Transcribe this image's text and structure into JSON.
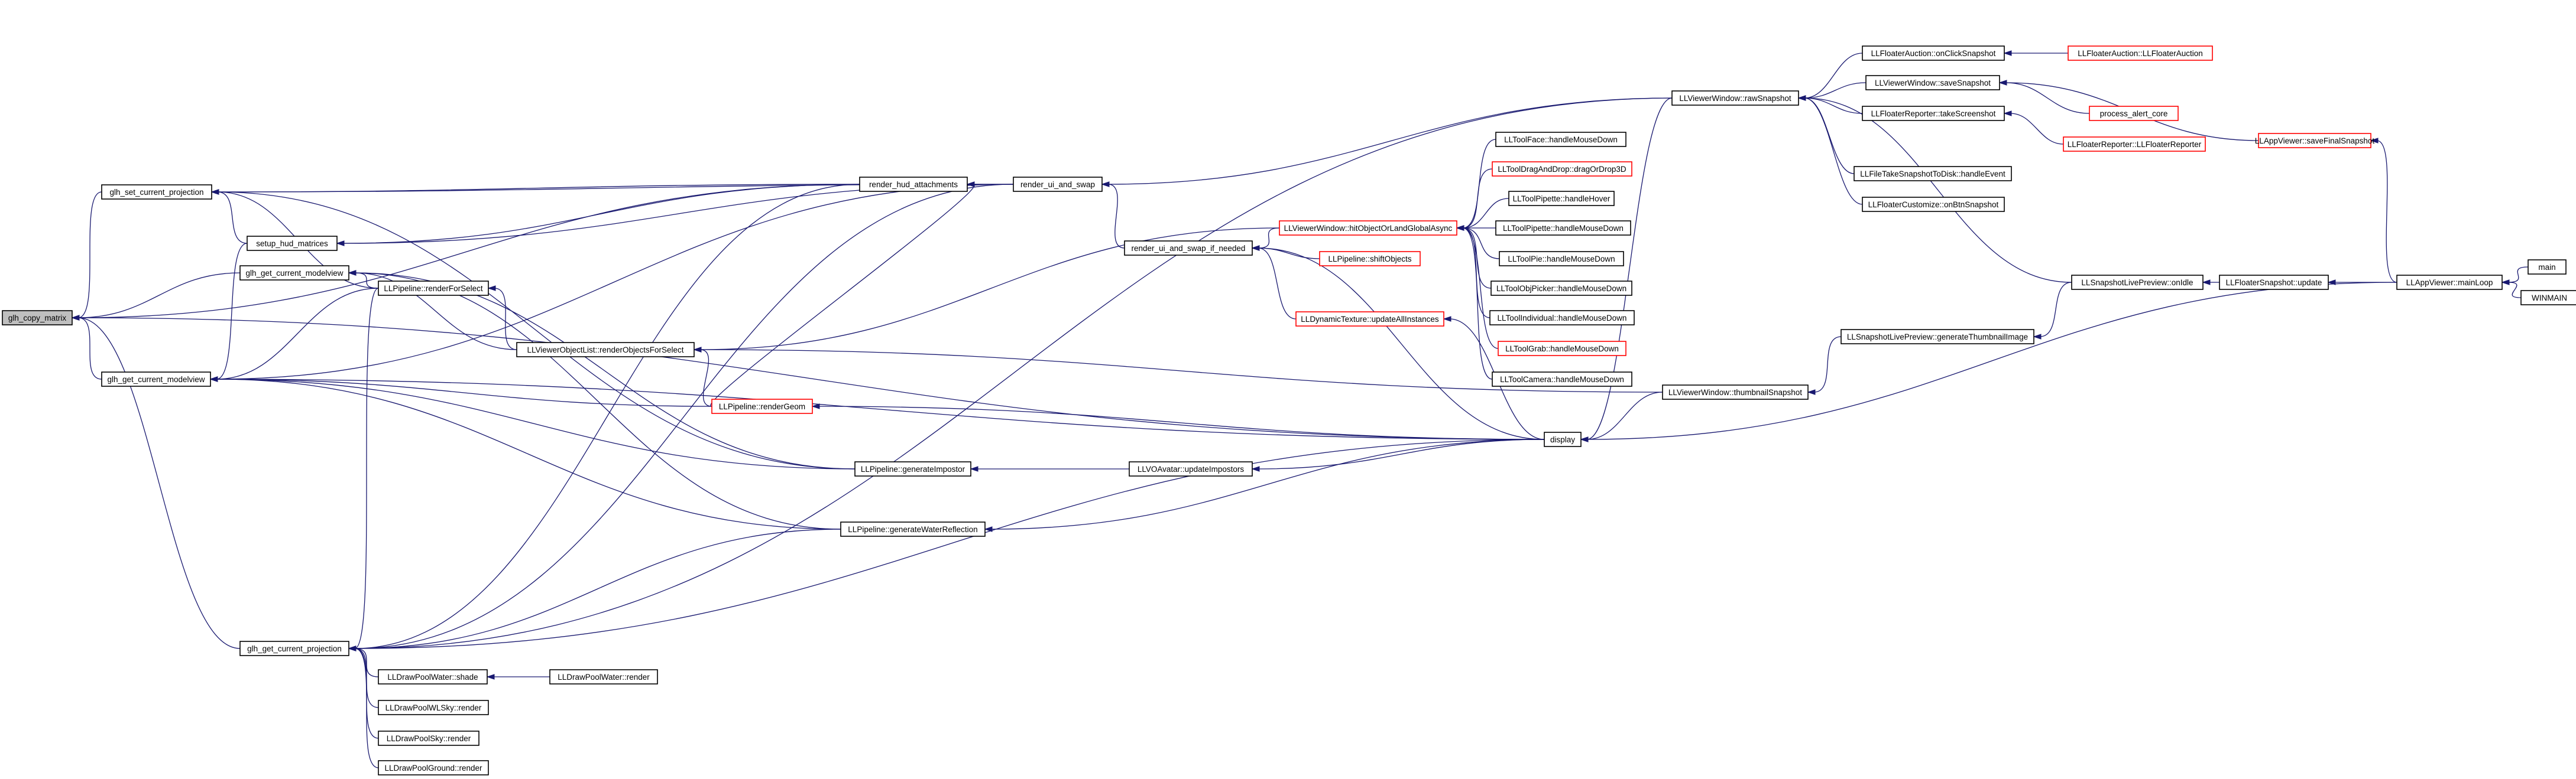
{
  "nodes": {
    "root": {
      "label": "glh_copy_matrix",
      "color": "root"
    },
    "gsp": {
      "label": "glh_set_current_projection",
      "color": "black"
    },
    "ggm": {
      "label": "glh_get_current_modelview",
      "color": "black"
    },
    "gcm": {
      "label": "glh_get_current_modelview",
      "color": "black"
    },
    "ggp": {
      "label": "glh_get_current_projection",
      "color": "black"
    },
    "shm": {
      "label": "setup_hud_matrices",
      "color": "black"
    },
    "rfs": {
      "label": "LLPipeline::renderForSelect",
      "color": "black"
    },
    "rha": {
      "label": "render_hud_attachments",
      "color": "black"
    },
    "rus": {
      "label": "render_ui_and_swap",
      "color": "black"
    },
    "vrs": {
      "label": "LLViewerObjectList::renderObjectsForSelect",
      "color": "black"
    },
    "prg": {
      "label": "LLPipeline::renderGeom",
      "color": "red"
    },
    "pgi": {
      "label": "LLPipeline::generateImpostor",
      "color": "black"
    },
    "pgw": {
      "label": "LLPipeline::generateWaterReflection",
      "color": "black"
    },
    "dws": {
      "label": "LLDrawPoolWater::shade",
      "color": "black"
    },
    "dwr": {
      "label": "LLDrawPoolWater::render",
      "color": "black"
    },
    "dwl": {
      "label": "LLDrawPoolWLSky::render",
      "color": "black"
    },
    "dsk": {
      "label": "LLDrawPoolSky::render",
      "color": "black"
    },
    "dgr": {
      "label": "LLDrawPoolGround::render",
      "color": "black"
    },
    "rusn": {
      "label": "render_ui_and_swap_if_needed",
      "color": "black"
    },
    "vau": {
      "label": "LLVOAvatar::updateImpostors",
      "color": "black"
    },
    "vwh": {
      "label": "LLViewerWindow::hitObjectOrLandGlobalAsync",
      "color": "red"
    },
    "pso": {
      "label": "LLPipeline::shiftObjects",
      "color": "red"
    },
    "dtu": {
      "label": "LLDynamicTexture::updateAllInstances",
      "color": "red"
    },
    "disp": {
      "label": "display",
      "color": "black"
    },
    "vrsn": {
      "label": "LLViewerWindow::rawSnapshot",
      "color": "black"
    },
    "vts": {
      "label": "LLViewerWindow::thumbnailSnapshot",
      "color": "black"
    },
    "tf": {
      "label": "LLToolFace::handleMouseDown",
      "color": "black"
    },
    "tdd": {
      "label": "LLToolDragAndDrop::dragOrDrop3D",
      "color": "red"
    },
    "tph": {
      "label": "LLToolPipette::handleHover",
      "color": "black"
    },
    "tpm": {
      "label": "LLToolPipette::handleMouseDown",
      "color": "black"
    },
    "tpie": {
      "label": "LLToolPie::handleMouseDown",
      "color": "black"
    },
    "top": {
      "label": "LLToolObjPicker::handleMouseDown",
      "color": "black"
    },
    "tin": {
      "label": "LLToolIndividual::handleMouseDown",
      "color": "black"
    },
    "tgr": {
      "label": "LLToolGrab::handleMouseDown",
      "color": "red"
    },
    "tca": {
      "label": "LLToolCamera::handleMouseDown",
      "color": "black"
    },
    "fao": {
      "label": "LLFloaterAuction::onClickSnapshot",
      "color": "black"
    },
    "fac": {
      "label": "LLFloaterAuction::LLFloaterAuction",
      "color": "red"
    },
    "vss": {
      "label": "LLViewerWindow::saveSnapshot",
      "color": "black"
    },
    "pac": {
      "label": "process_alert_core",
      "color": "red"
    },
    "frt": {
      "label": "LLFloaterReporter::takeScreenshot",
      "color": "black"
    },
    "frf": {
      "label": "LLFloaterReporter::LLFloaterReporter",
      "color": "red"
    },
    "fts": {
      "label": "LLFileTakeSnapshotToDisk::handleEvent",
      "color": "black"
    },
    "fco": {
      "label": "LLFloaterCustomize::onBtnSnapshot",
      "color": "black"
    },
    "asf": {
      "label": "LLAppViewer::saveFinalSnapshot",
      "color": "red"
    },
    "sli": {
      "label": "LLSnapshotLivePreview::onIdle",
      "color": "black"
    },
    "slg": {
      "label": "LLSnapshotLivePreview::generateThumbnailImage",
      "color": "black"
    },
    "fsu": {
      "label": "LLFloaterSnapshot::update",
      "color": "black"
    },
    "aml": {
      "label": "LLAppViewer::mainLoop",
      "color": "black"
    },
    "main": {
      "label": "main",
      "color": "black"
    },
    "wm": {
      "label": "WINMAIN",
      "color": "black"
    }
  },
  "edges": [
    [
      "gsp",
      "root"
    ],
    [
      "ggm",
      "root"
    ],
    [
      "gcm",
      "root"
    ],
    [
      "ggp",
      "root"
    ],
    [
      "rha",
      "root"
    ],
    [
      "disp",
      "root"
    ],
    [
      "shm",
      "gsp"
    ],
    [
      "rha",
      "gsp"
    ],
    [
      "rus",
      "gsp"
    ],
    [
      "rfs",
      "gsp"
    ],
    [
      "pgi",
      "gsp"
    ],
    [
      "rfs",
      "ggm"
    ],
    [
      "vrs",
      "ggm"
    ],
    [
      "pgi",
      "ggm"
    ],
    [
      "pgw",
      "ggm"
    ],
    [
      "shm",
      "gcm"
    ],
    [
      "rfs",
      "gcm"
    ],
    [
      "rus",
      "gcm"
    ],
    [
      "prg",
      "gcm"
    ],
    [
      "pgi",
      "gcm"
    ],
    [
      "pgw",
      "gcm"
    ],
    [
      "disp",
      "gcm"
    ],
    [
      "rfs",
      "ggp"
    ],
    [
      "rha",
      "ggp"
    ],
    [
      "rus",
      "ggp"
    ],
    [
      "pgw",
      "ggp"
    ],
    [
      "disp",
      "ggp"
    ],
    [
      "vrsn",
      "ggp"
    ],
    [
      "dws",
      "ggp"
    ],
    [
      "dwl",
      "ggp"
    ],
    [
      "dsk",
      "ggp"
    ],
    [
      "dgr",
      "ggp"
    ],
    [
      "rha",
      "shm"
    ],
    [
      "rus",
      "shm"
    ],
    [
      "vrs",
      "rfs"
    ],
    [
      "rus",
      "rha"
    ],
    [
      "prg",
      "rha"
    ],
    [
      "vrsn",
      "rus"
    ],
    [
      "rusn",
      "rus"
    ],
    [
      "vwh",
      "vrs"
    ],
    [
      "vts",
      "vrs"
    ],
    [
      "prg",
      "vrs"
    ],
    [
      "disp",
      "prg"
    ],
    [
      "vau",
      "pgi"
    ],
    [
      "disp",
      "pgw"
    ],
    [
      "dwr",
      "dws"
    ],
    [
      "vwh",
      "rusn"
    ],
    [
      "pso",
      "rusn"
    ],
    [
      "dtu",
      "rusn"
    ],
    [
      "disp",
      "rusn"
    ],
    [
      "disp",
      "vau"
    ],
    [
      "tf",
      "vwh"
    ],
    [
      "tdd",
      "vwh"
    ],
    [
      "tph",
      "vwh"
    ],
    [
      "tpm",
      "vwh"
    ],
    [
      "tpie",
      "vwh"
    ],
    [
      "top",
      "vwh"
    ],
    [
      "tin",
      "vwh"
    ],
    [
      "tgr",
      "vwh"
    ],
    [
      "tca",
      "vwh"
    ],
    [
      "disp",
      "dtu"
    ],
    [
      "vrsn",
      "disp"
    ],
    [
      "vts",
      "disp"
    ],
    [
      "aml",
      "disp"
    ],
    [
      "fao",
      "vrsn"
    ],
    [
      "vss",
      "vrsn"
    ],
    [
      "frt",
      "vrsn"
    ],
    [
      "fts",
      "vrsn"
    ],
    [
      "fco",
      "vrsn"
    ],
    [
      "sli",
      "vrsn"
    ],
    [
      "slg",
      "vts"
    ],
    [
      "fac",
      "fao"
    ],
    [
      "pac",
      "vss"
    ],
    [
      "asf",
      "vss"
    ],
    [
      "frf",
      "frt"
    ],
    [
      "aml",
      "asf"
    ],
    [
      "sli",
      "slg"
    ],
    [
      "fsu",
      "sli"
    ],
    [
      "aml",
      "fsu"
    ],
    [
      "main",
      "aml"
    ],
    [
      "wm",
      "aml"
    ]
  ]
}
